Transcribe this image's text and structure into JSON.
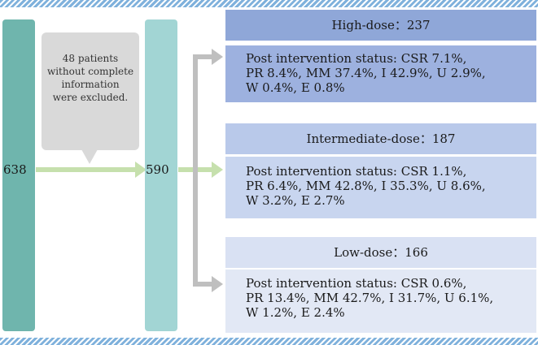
{
  "flow": {
    "start_count": "638",
    "exclusion_note": "48 patients\nwithout complete\ninformation\nwere excluded.",
    "included_count": "590"
  },
  "groups": [
    {
      "title": "High-dose：237",
      "status": "Post intervention status: CSR 7.1%,\nPR 8.4%, MM 37.4%, I 42.9%, U 2.9%,\nW 0.4%, E 0.8%"
    },
    {
      "title": "Intermediate-dose：187",
      "status": "Post intervention status: CSR 1.1%,\nPR 6.4%, MM 42.8%, I 35.3%, U 8.6%,\nW 3.2%, E 2.7%"
    },
    {
      "title": "Low-dose：166",
      "status": "Post intervention status: CSR 0.6%,\nPR 13.4%, MM 42.7%, I 31.7%, U 6.1%,\nW 1.2%, E 2.4%"
    }
  ],
  "colors": {
    "start_bar": "#6fb5ad",
    "included_bar": "#a2d5d4",
    "main_arrow": "#c6e0ad",
    "branch_arrow": "#bfbfbf",
    "high_head": "#8fa7d8",
    "high_body": "#9db1df",
    "mid_head": "#b9c9ea",
    "mid_body": "#c8d5ef",
    "low_head": "#d9e1f3",
    "low_body": "#e2e8f5",
    "callout": "#d9d9d9",
    "stripe": "#7fb1dc"
  }
}
